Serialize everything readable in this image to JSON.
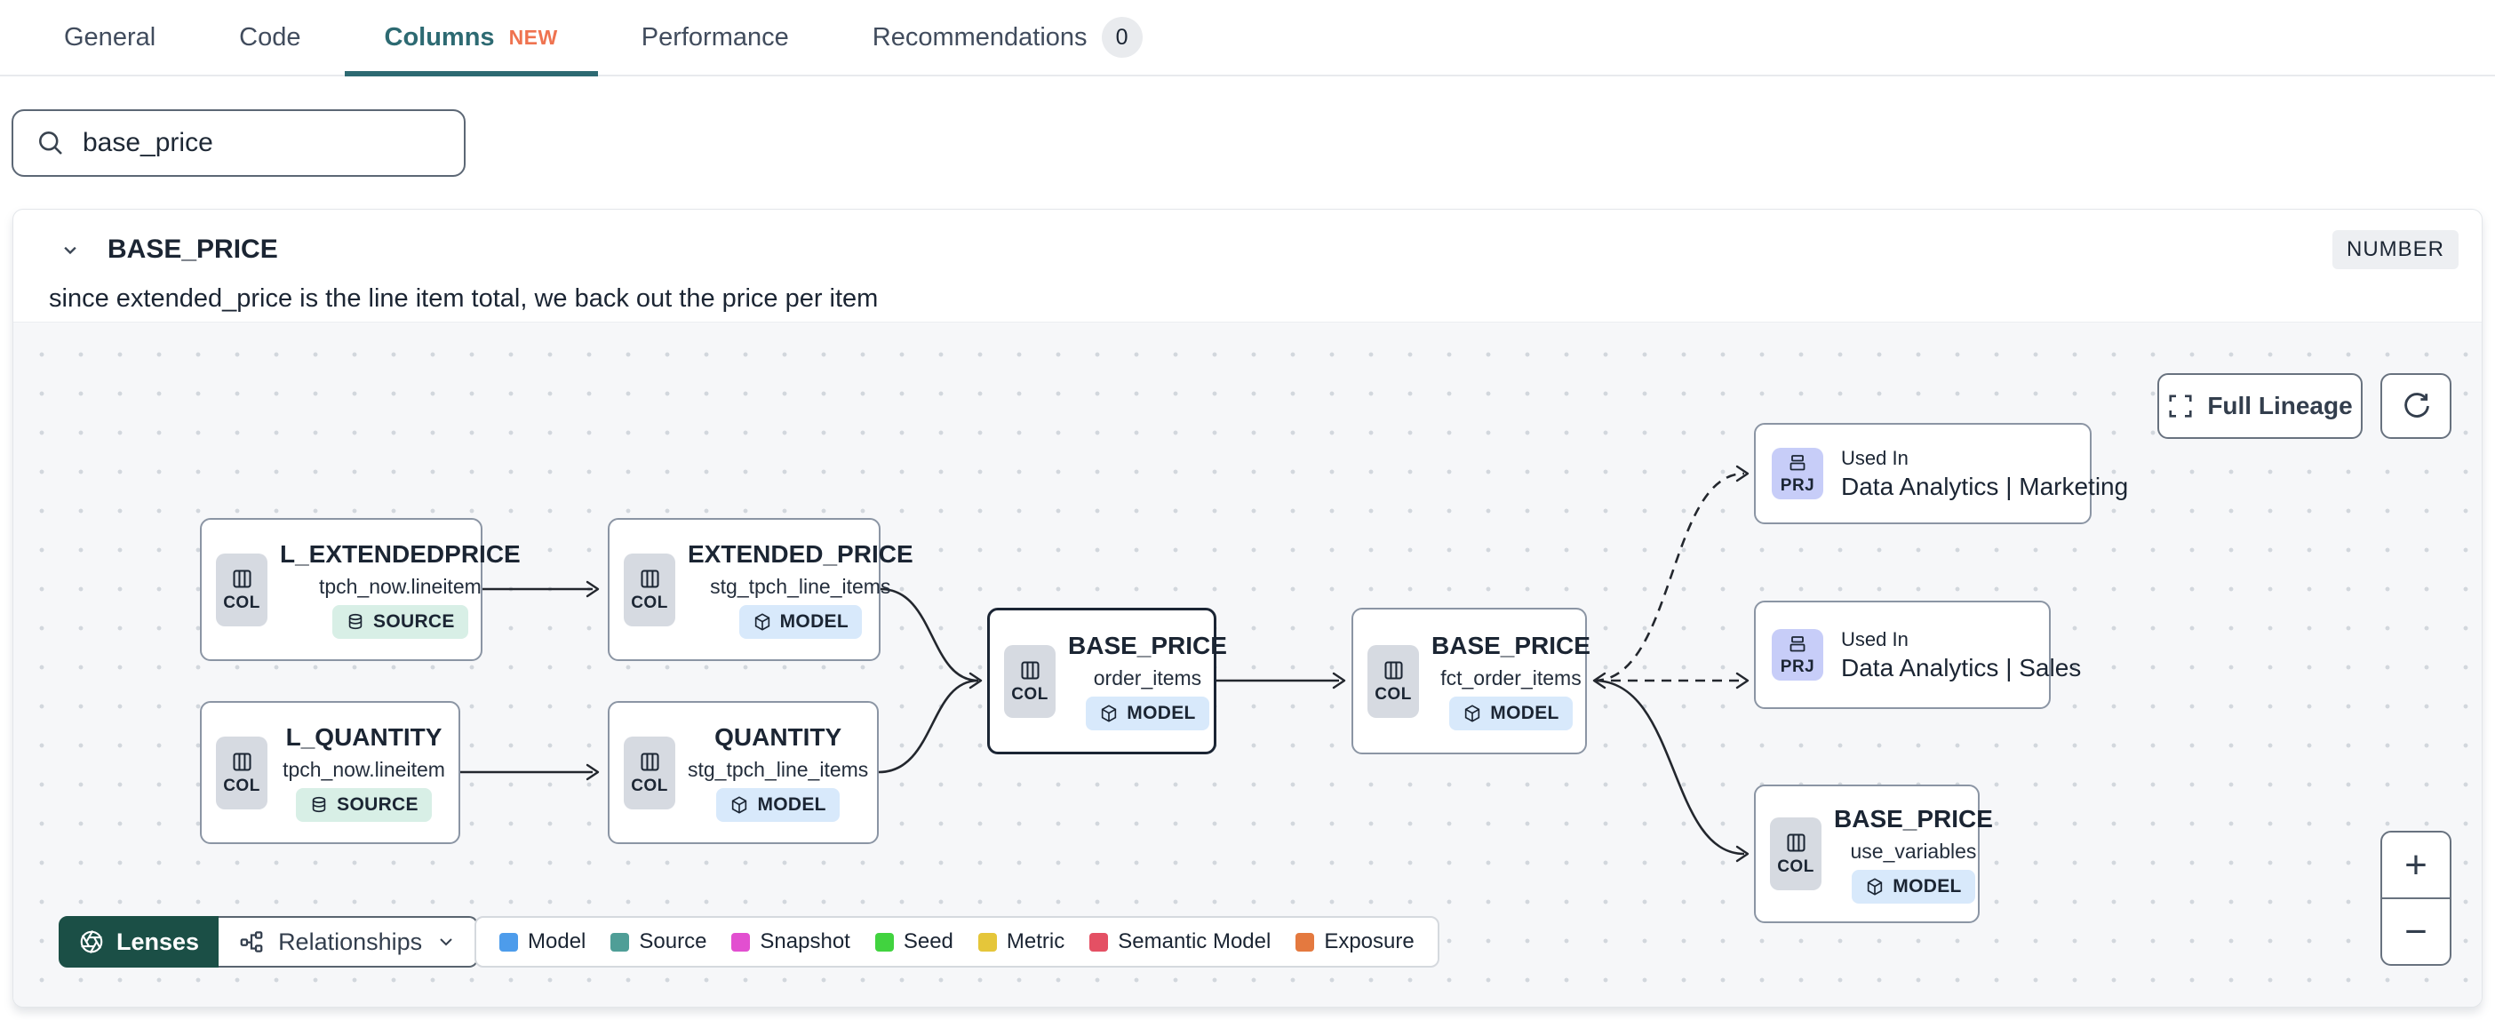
{
  "tabs": {
    "items": [
      {
        "label": "General"
      },
      {
        "label": "Code"
      },
      {
        "label": "Columns",
        "badge": "NEW"
      },
      {
        "label": "Performance"
      },
      {
        "label": "Recommendations",
        "count": "0"
      }
    ]
  },
  "search": {
    "value": "base_price"
  },
  "column_panel": {
    "title": "BASE_PRICE",
    "type_badge": "NUMBER",
    "description": "since extended_price is the line item total, we back out the price per item"
  },
  "lineage": {
    "full_lineage_label": "Full Lineage",
    "zoom_in_label": "+",
    "zoom_out_label": "−",
    "lenses_label": "Lenses",
    "relationships_label": "Relationships",
    "nodes": [
      {
        "kind": "COL",
        "title": "L_EXTENDEDPRICE",
        "subtitle": "tpch_now.lineitem",
        "badge": "SOURCE"
      },
      {
        "kind": "COL",
        "title": "EXTENDED_PRICE",
        "subtitle": "stg_tpch_line_items",
        "badge": "MODEL"
      },
      {
        "kind": "COL",
        "title": "L_QUANTITY",
        "subtitle": "tpch_now.lineitem",
        "badge": "SOURCE"
      },
      {
        "kind": "COL",
        "title": "QUANTITY",
        "subtitle": "stg_tpch_line_items",
        "badge": "MODEL"
      },
      {
        "kind": "COL",
        "title": "BASE_PRICE",
        "subtitle": "order_items",
        "badge": "MODEL"
      },
      {
        "kind": "COL",
        "title": "BASE_PRICE",
        "subtitle": "fct_order_items",
        "badge": "MODEL"
      },
      {
        "kind": "PRJ",
        "label": "Used In",
        "title": "Data Analytics | Marketing"
      },
      {
        "kind": "PRJ",
        "label": "Used In",
        "title": "Data Analytics | Sales"
      },
      {
        "kind": "COL",
        "title": "BASE_PRICE",
        "subtitle": "use_variables",
        "badge": "MODEL"
      }
    ],
    "legend": [
      {
        "label": "Model",
        "color": "#4d9ceb"
      },
      {
        "label": "Source",
        "color": "#4f9e97"
      },
      {
        "label": "Snapshot",
        "color": "#e24fd0"
      },
      {
        "label": "Seed",
        "color": "#41d33f"
      },
      {
        "label": "Metric",
        "color": "#e5c63a"
      },
      {
        "label": "Semantic Model",
        "color": "#e45064"
      },
      {
        "label": "Exposure",
        "color": "#e4793f"
      }
    ]
  },
  "colors": {
    "active_tab_teal": "#2d6a72",
    "new_badge_orange": "#ef7350",
    "lenses_green": "#1b4f46"
  }
}
